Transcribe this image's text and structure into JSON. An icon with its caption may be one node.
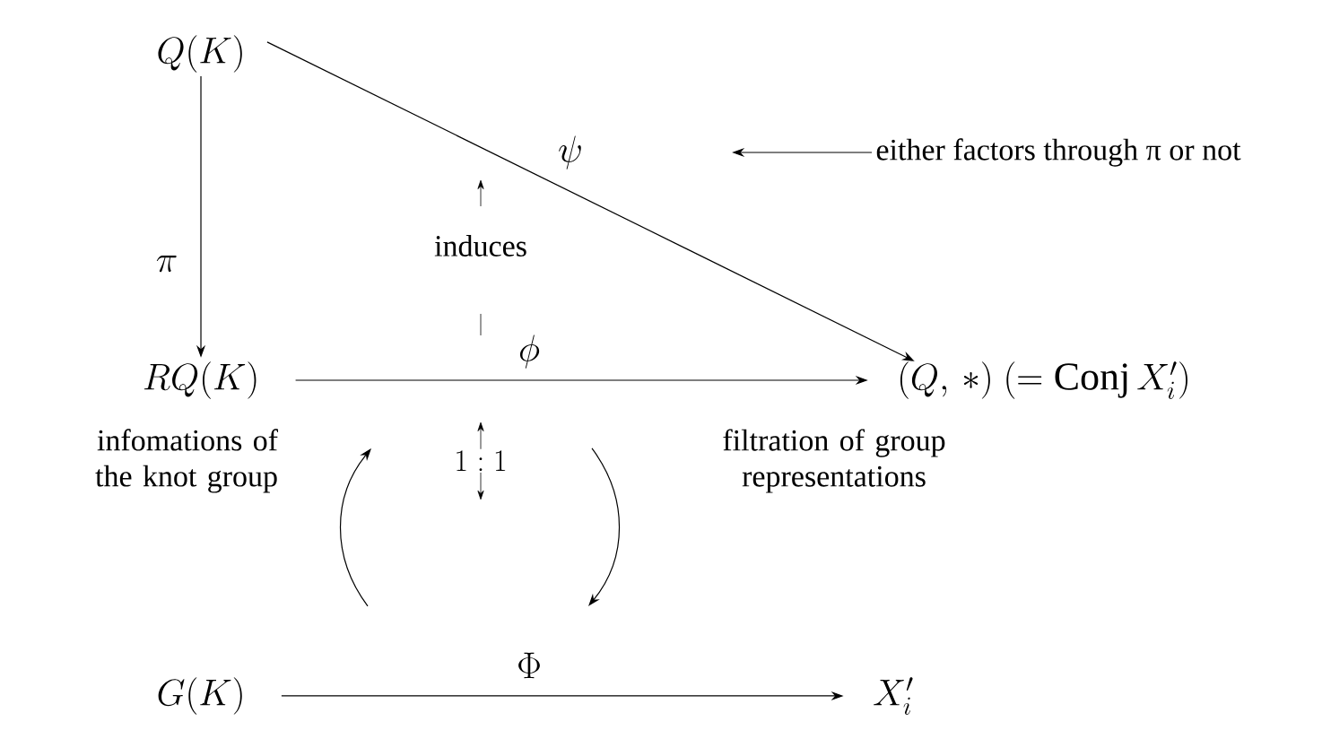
{
  "diagram": {
    "nodes": [
      {
        "text": [
          "Q(K)"
        ]
      },
      {
        "text": [
          "RQ(K)"
        ]
      },
      {
        "text": [
          "(Q,\\,*)\\ (=\\mathrm{Conj}\\,X'_i)"
        ]
      },
      {
        "text": [
          "G(K)"
        ]
      },
      {
        "text": [
          "X'_i"
        ]
      },
      {
        "text": [
          "either factors through π or not"
        ]
      }
    ],
    "edges": [
      {
        "from": 0,
        "to": 1,
        "arrow": "to",
        "label": "\\pi"
      },
      {
        "from": 0,
        "to": 2,
        "arrow": "to",
        "label": "\\psi"
      },
      {
        "from": 1,
        "to": 2,
        "arrow": "to",
        "label": "\\phi"
      },
      {
        "from": 3,
        "to": 4,
        "arrow": "to",
        "label": "\\Phi"
      },
      {
        "from": 5,
        "to": null,
        "arrow": "to"
      }
    ],
    "labels": [
      "induces",
      "1:1",
      "infomations of the knot group",
      "filtration of group representations"
    ]
  }
}
